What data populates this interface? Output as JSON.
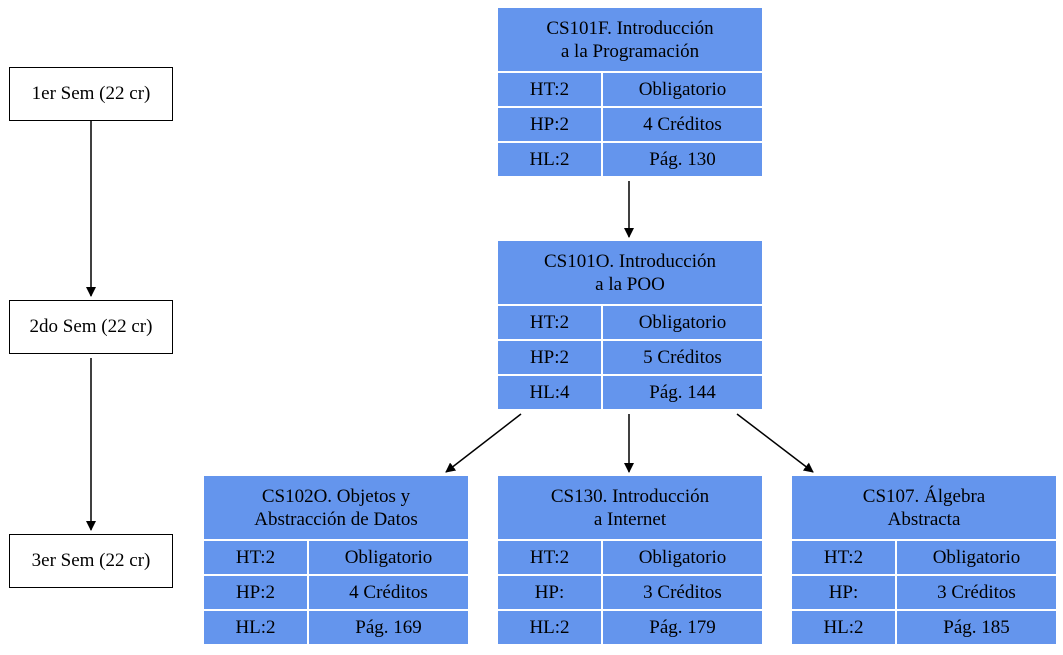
{
  "semesters": [
    {
      "label": "1er Sem (22 cr)"
    },
    {
      "label": "2do Sem (22 cr)"
    },
    {
      "label": "3er Sem (22 cr)"
    }
  ],
  "courses": [
    {
      "title": "CS101F. Introducción\na la Programación",
      "ht": "HT:2",
      "hp": "HP:2",
      "hl": "HL:2",
      "type": "Obligatorio",
      "credits": "4 Créditos",
      "page": "Pág. 130"
    },
    {
      "title": "CS101O. Introducción\na la POO",
      "ht": "HT:2",
      "hp": "HP:2",
      "hl": "HL:4",
      "type": "Obligatorio",
      "credits": "5 Créditos",
      "page": "Pág. 144"
    },
    {
      "title": "CS102O. Objetos y\nAbstracción de Datos",
      "ht": "HT:2",
      "hp": "HP:2",
      "hl": "HL:2",
      "type": "Obligatorio",
      "credits": "4 Créditos",
      "page": "Pág. 169"
    },
    {
      "title": "CS130. Introducción\na Internet",
      "ht": "HT:2",
      "hp": "HP:",
      "hl": "HL:2",
      "type": "Obligatorio",
      "credits": "3 Créditos",
      "page": "Pág. 179"
    },
    {
      "title": "CS107. Álgebra\nAbstracta",
      "ht": "HT:2",
      "hp": "HP:",
      "hl": "HL:2",
      "type": "Obligatorio",
      "credits": "3 Créditos",
      "page": "Pág. 185"
    }
  ],
  "colors": {
    "node_fill": "#6495ed",
    "edge": "#000000"
  }
}
